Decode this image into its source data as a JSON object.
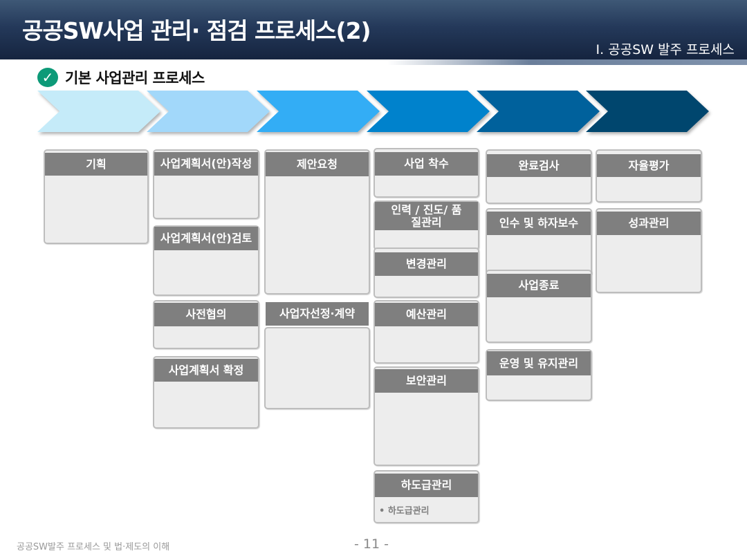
{
  "header": {
    "title": "공공SW사업 관리· 점검 프로세스(2)",
    "subtitle": "Ⅰ. 공공SW 발주 프로세스"
  },
  "section": {
    "title": "기본 사업관리 프로세스",
    "icon": "check-icon"
  },
  "chevron_colors": [
    "#c5ebf9",
    "#a2d8fa",
    "#33adf5",
    "#0082cc",
    "#00619c",
    "#00466e"
  ],
  "cards": {
    "plan": "기획",
    "draft_write": "사업계획서(안)작성",
    "draft_review": "사업계획서(안)검토",
    "pre_consult": "사전협의",
    "plan_confirm": "사업계획서 확정",
    "rfp": "제안요청",
    "vendor_select": "사업자선정·계약",
    "kickoff": "사업 착수",
    "staff_progress": "인력 / 진도/ 품질관리",
    "change": "변경관리",
    "budget": "예산관리",
    "security": "보안관리",
    "subcontract": "하도급관리",
    "subcontract_item": "• 하도급관리",
    "inspection": "완료검사",
    "acceptance": "인수 및 하자보수",
    "closure": "사업종료",
    "operation": "운영 및 유지관리",
    "self_eval": "자율평가",
    "performance": "성과관리"
  },
  "footer": {
    "text": "공공SW발주 프로세스 및 법·제도의 이해",
    "page": "- 11 -"
  }
}
